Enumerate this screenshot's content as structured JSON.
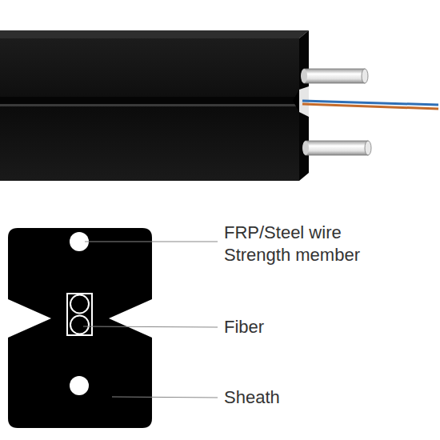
{
  "diagram": {
    "labels": [
      "FRP/Steel wire Strength member",
      "Fiber",
      "Sheath"
    ]
  }
}
